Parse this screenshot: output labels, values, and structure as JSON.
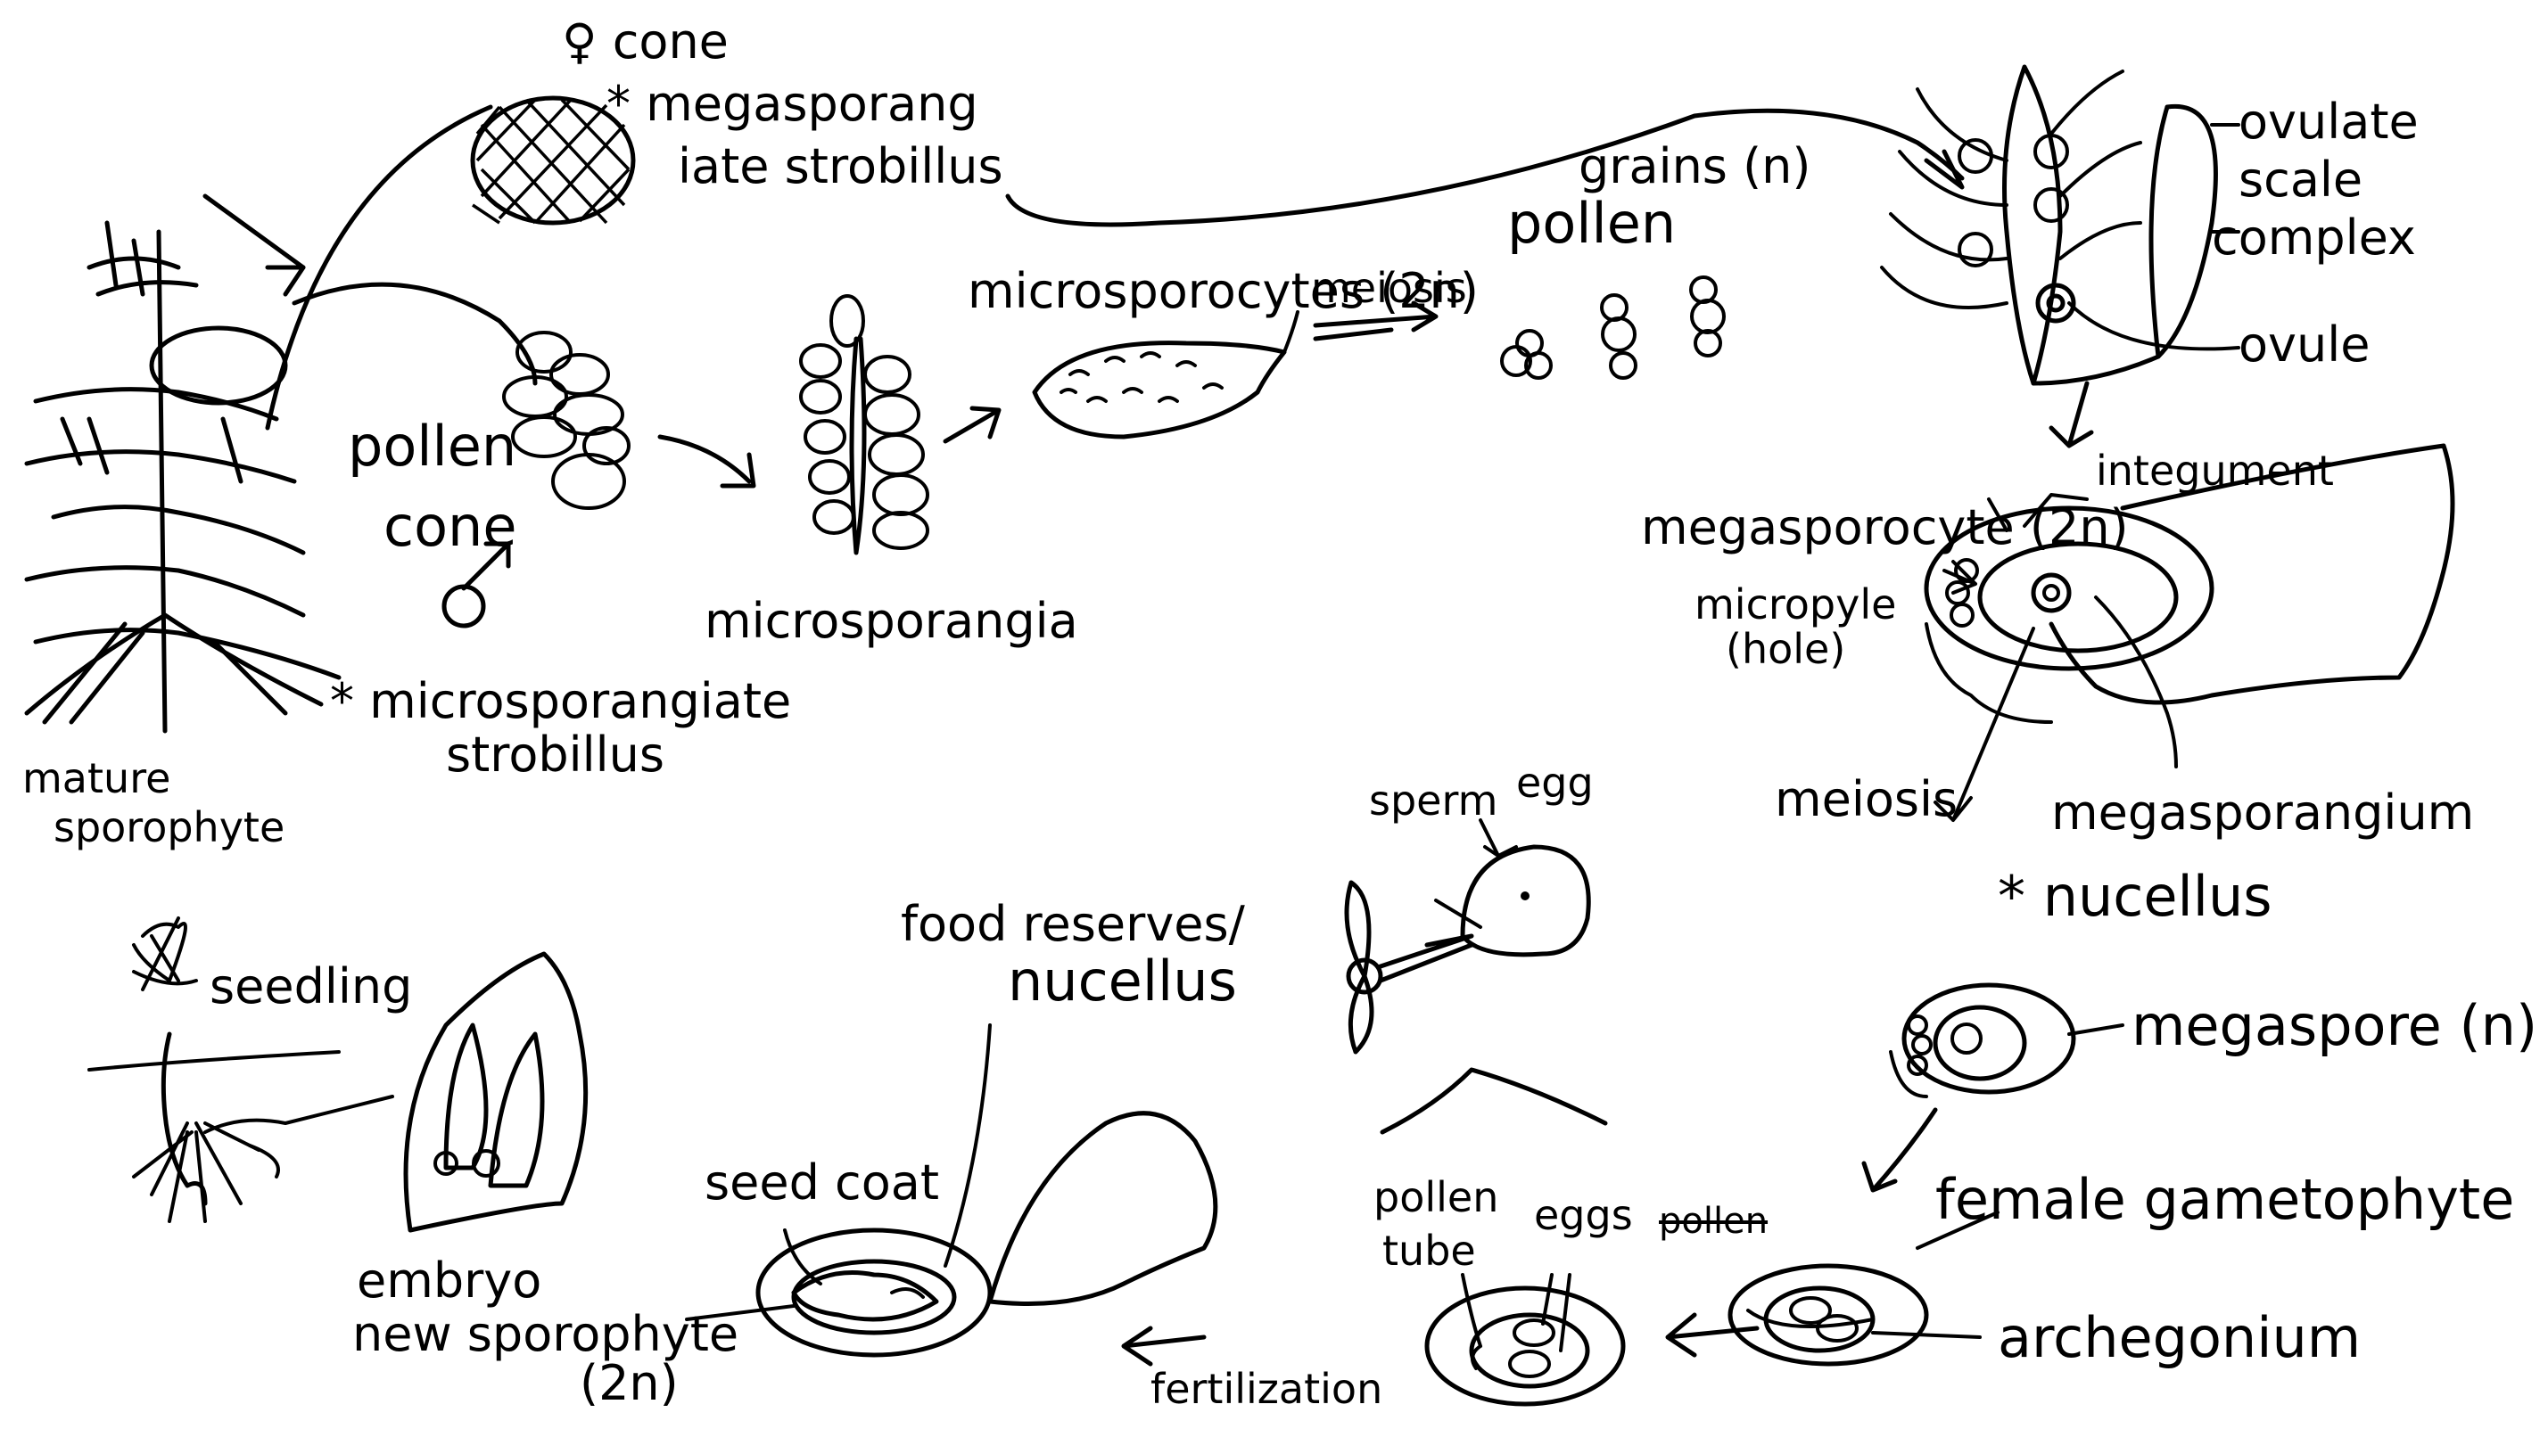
{
  "labels": {
    "female_cone": "♀ cone",
    "megasporangiate_a": "* megasporang",
    "megasporangiate_b": "iate strobillus",
    "mature_sporophyte_a": "mature",
    "mature_sporophyte_b": "sporophyte",
    "pollen_cone_a": "pollen",
    "pollen_cone_b": "cone",
    "male_symbol": "♂",
    "microsporangiate_a": "* microsporangiate",
    "microsporangiate_b": "strobillus",
    "microsporangia": "microsporangia",
    "microsporocytes": "microsporocytes (2n)",
    "meiosis_top": "meiosis",
    "pollen_grains_a": "pollen",
    "pollen_grains_b": "grains (n)",
    "ovulate_a": "ovulate",
    "ovulate_b": "scale",
    "ovulate_c": "complex",
    "ovule": "ovule",
    "integument": "integument",
    "megasporocyte": "megasporocyte (2n)",
    "micropyle_a": "micropyle",
    "micropyle_b": "(hole)",
    "meiosis_right": "meiosis",
    "megasporangium": "megasporangium",
    "nucellus_right": "* nucellus",
    "megaspore": "megaspore (n)",
    "female_gametophyte": "female gametophyte",
    "archegonium": "archegonium",
    "pollen_strike": "pollen",
    "pollen_tube_a": "pollen",
    "pollen_tube_b": "tube",
    "eggs": "eggs",
    "sperm": "sperm",
    "egg": "egg",
    "fertilization": "fertilization",
    "food_reserves_a": "food reserves/",
    "food_reserves_b": "nucellus",
    "seed_coat": "seed coat",
    "embryo_a": "embryo",
    "embryo_b": "new sporophyte",
    "embryo_c": "(2n)",
    "seedling": "seedling"
  },
  "icons": [
    "pine-tree-icon",
    "seedling-icon",
    "seed-icon",
    "pollen-grain-icon",
    "sperm-icon",
    "egg-icon"
  ],
  "colors": {
    "ink": "#000000",
    "background": "#ffffff"
  }
}
